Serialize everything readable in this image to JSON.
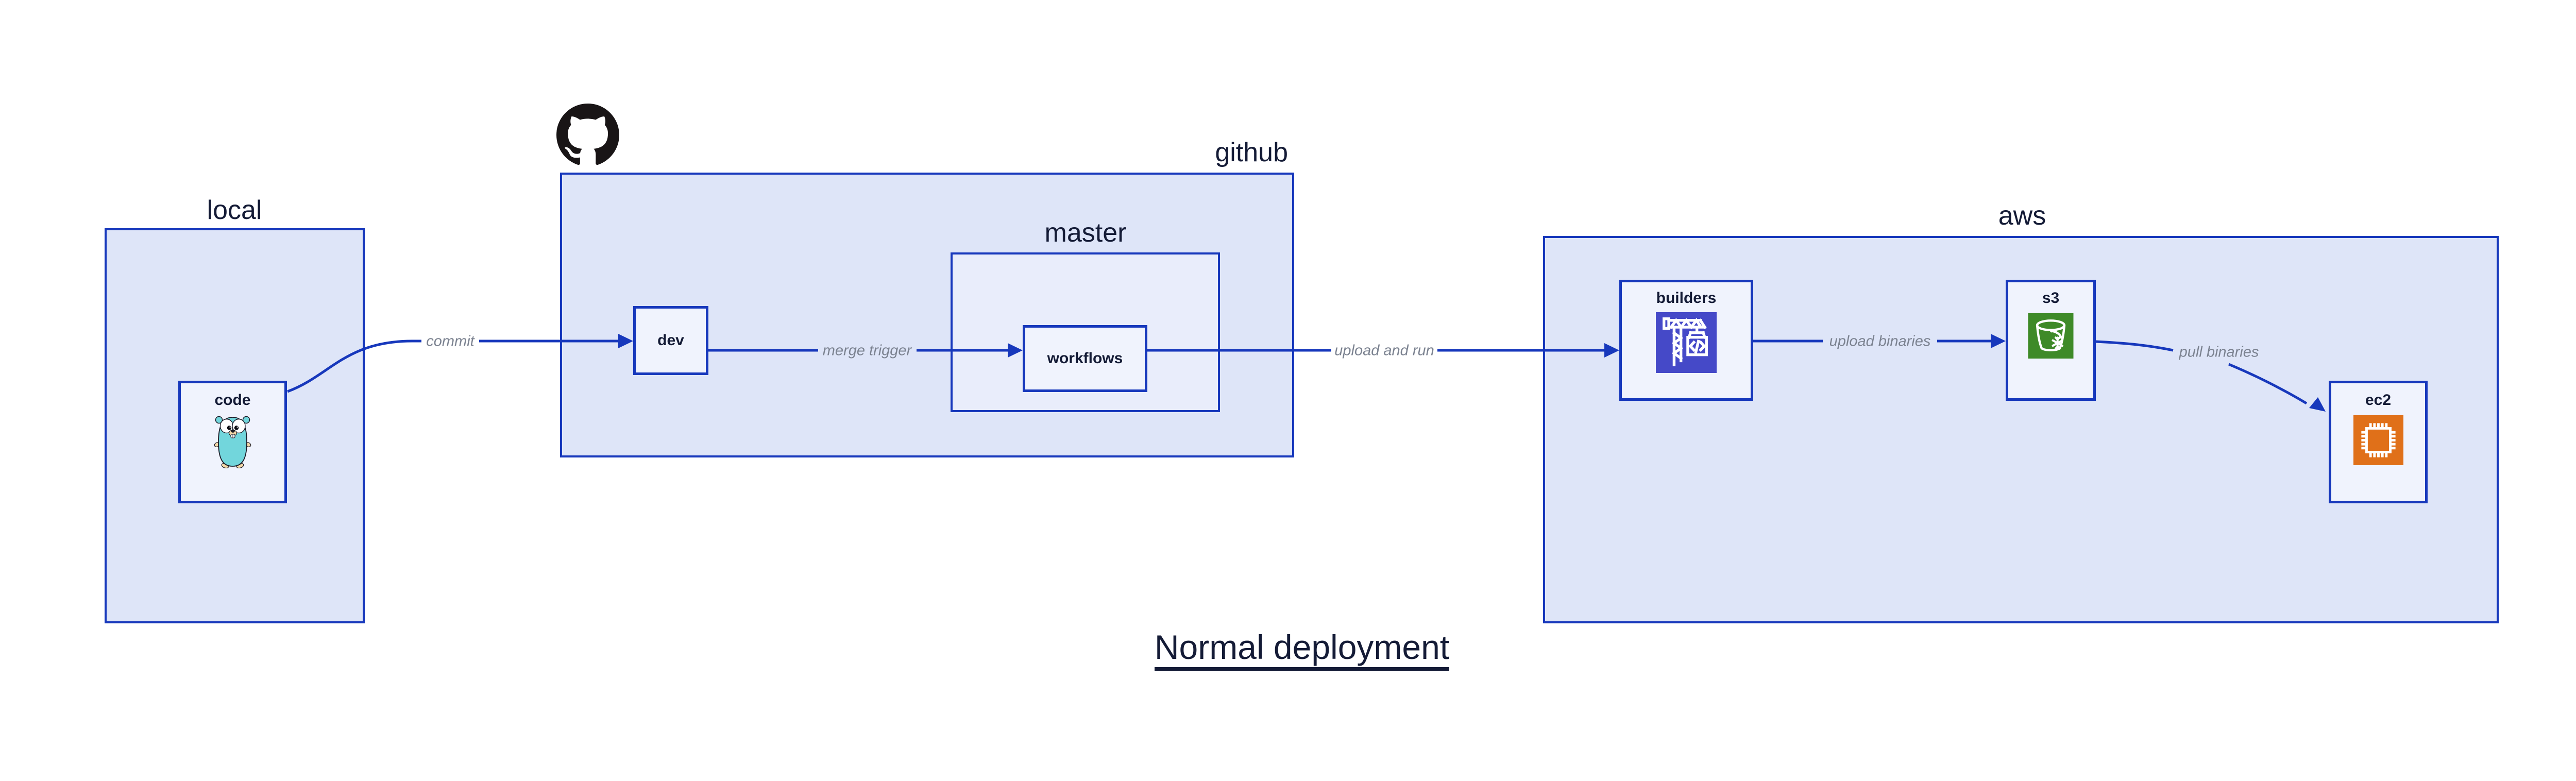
{
  "title": {
    "text": "Normal deployment"
  },
  "diagram": {
    "groups": {
      "local": {
        "label": "local"
      },
      "github": {
        "label": "github"
      },
      "master": {
        "label": "master"
      },
      "aws": {
        "label": "aws"
      }
    },
    "nodes": {
      "code": {
        "label": "code",
        "icon": "go-gopher-icon"
      },
      "dev": {
        "label": "dev"
      },
      "workflows": {
        "label": "workflows"
      },
      "builders": {
        "label": "builders",
        "icon": "codebuild-crane-icon"
      },
      "s3": {
        "label": "s3",
        "icon": "s3-bucket-icon"
      },
      "ec2": {
        "label": "ec2",
        "icon": "ec2-chip-icon"
      }
    },
    "edges": [
      {
        "id": "commit",
        "label": "commit",
        "from": "code",
        "to": "dev"
      },
      {
        "id": "merge-trigger",
        "label": "merge trigger",
        "from": "dev",
        "to": "workflows"
      },
      {
        "id": "upload-and-run",
        "label": "upload and run",
        "from": "workflows",
        "to": "builders"
      },
      {
        "id": "upload-binaries",
        "label": "upload binaries",
        "from": "builders",
        "to": "s3"
      },
      {
        "id": "pull-binaries",
        "label": "pull binaries",
        "from": "s3",
        "to": "ec2"
      }
    ],
    "logos": {
      "github_mark": "octocat-icon"
    }
  },
  "colors": {
    "accent_blue": "#1738bc",
    "group_fill": "#dee5f8",
    "master_fill": "#e9edfb",
    "node_fill": "#f0f3fd",
    "label_navy": "#141b36",
    "edge_label_gray": "#7b8290",
    "codebuild_purple": "#4549c8",
    "s3_green": "#3e8a28",
    "ec2_orange": "#e07019",
    "gopher_teal": "#72d6dc",
    "octocat_black": "#191516"
  }
}
